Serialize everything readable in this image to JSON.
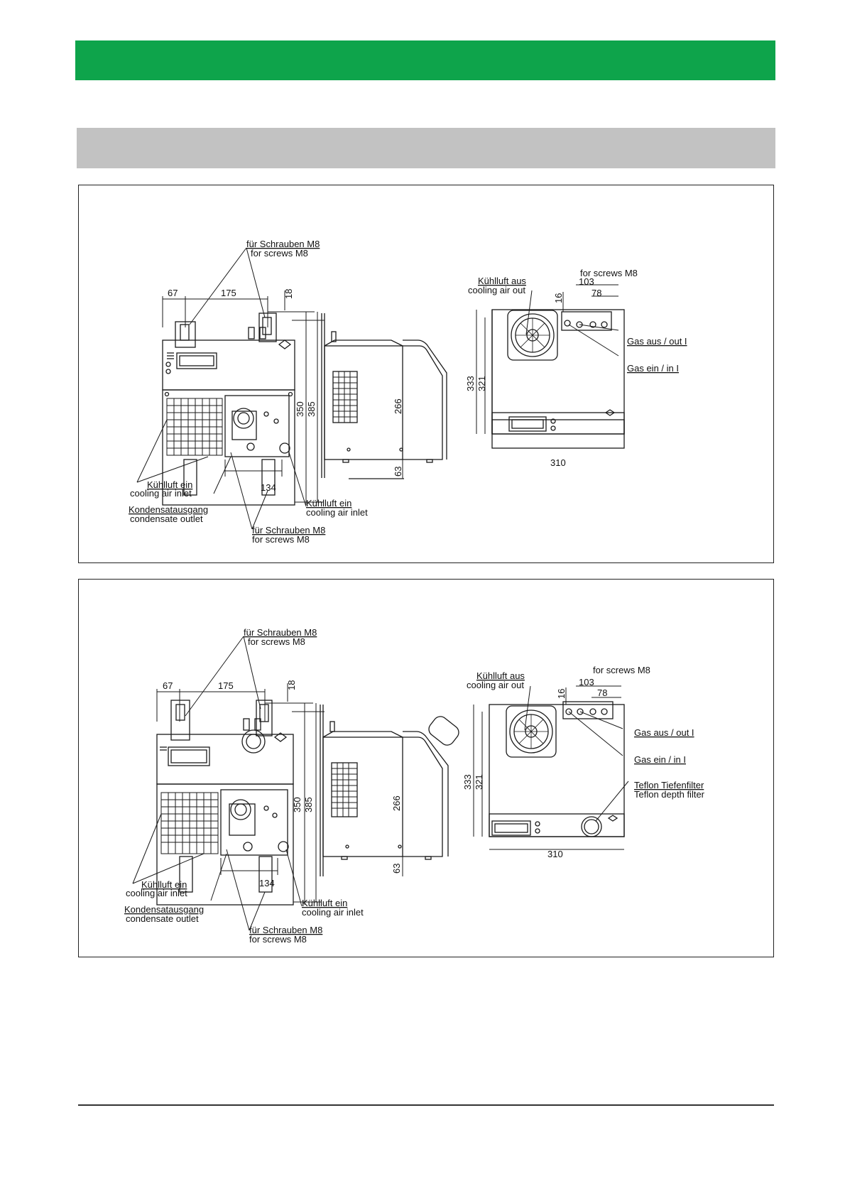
{
  "colors": {
    "header_green": "#0ea44b",
    "section_grey": "#c2c2c2",
    "line": "#1a1a1a"
  },
  "panels": [
    {
      "screws_top": {
        "de": "für Schrauben M8",
        "en": "for screws M8"
      },
      "dims_front": {
        "left_width": "67",
        "width": "175",
        "top": "18",
        "h350": "350",
        "h385": "385",
        "bottom": "134"
      },
      "cooling_in_left": {
        "de": "Kühlluft ein",
        "en": "cooling air inlet"
      },
      "condensate": {
        "de": "Kondensatausgang",
        "en": "condensate outlet"
      },
      "screws_bottom": {
        "de": "für Schrauben M8",
        "en": "for screws M8"
      },
      "cooling_in_right": {
        "de": "Kühlluft ein",
        "en": "cooling air inlet"
      },
      "dims_side": {
        "h266": "266",
        "h63": "63"
      },
      "cooling_out": {
        "de": "Kühlluft aus",
        "en": "cooling air out"
      },
      "screws_rear": {
        "en": "for screws M8"
      },
      "dims_rear": {
        "d103": "103",
        "d78": "78",
        "d16": "16",
        "h333": "333",
        "h321": "321",
        "w310": "310"
      },
      "gas_out": "Gas aus / out I",
      "gas_in": "Gas ein / in I"
    },
    {
      "screws_top": {
        "de": "für Schrauben M8",
        "en": "for screws M8"
      },
      "dims_front": {
        "left_width": "67",
        "width": "175",
        "top": "18",
        "h350": "350",
        "h385": "385",
        "bottom": "134"
      },
      "cooling_in_left": {
        "de": "Kühlluft ein",
        "en": "cooling air inlet"
      },
      "condensate": {
        "de": "Kondensatausgang",
        "en": "condensate outlet"
      },
      "screws_bottom": {
        "de": "für Schrauben M8",
        "en": "for screws M8"
      },
      "cooling_in_right": {
        "de": "Kühlluft ein",
        "en": "cooling air inlet"
      },
      "dims_side": {
        "h266": "266",
        "h63": "63"
      },
      "cooling_out": {
        "de": "Kühlluft aus",
        "en": "cooling air out"
      },
      "screws_rear": {
        "en": "for screws M8"
      },
      "dims_rear": {
        "d103": "103",
        "d78": "78",
        "d16": "16",
        "h333": "333",
        "h321": "321",
        "w310": "310"
      },
      "gas_out": "Gas aus / out I",
      "gas_in": "Gas ein / in I",
      "teflon": {
        "de": "Teflon Tiefenfilter",
        "en": "Teflon depth filter"
      }
    }
  ]
}
